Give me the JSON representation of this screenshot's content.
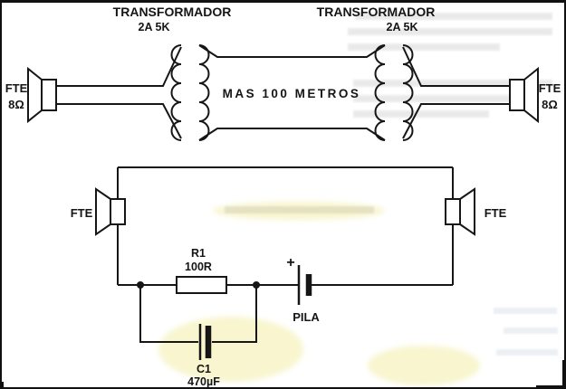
{
  "figure": {
    "colors": {
      "ink": "#161616",
      "paper": "#ffffff",
      "highlight": "#e8dd55"
    }
  },
  "top_circuit": {
    "transformer_left": {
      "name": "TRANSFORMADOR",
      "rating": "2A 5K"
    },
    "transformer_right": {
      "name": "TRANSFORMADOR",
      "rating": "2A 5K"
    },
    "cable_label": "MAS 100 METROS",
    "speaker_left": {
      "label": "FTE",
      "impedance": "8Ω"
    },
    "speaker_right": {
      "label": "FTE",
      "impedance": "8Ω"
    }
  },
  "bottom_circuit": {
    "speaker_left": {
      "label": "FTE"
    },
    "speaker_right": {
      "label": "FTE"
    },
    "resistor": {
      "ref": "R1",
      "value": "100R"
    },
    "battery": {
      "plus": "+",
      "label": "PILA"
    },
    "capacitor": {
      "ref": "C1",
      "value": "470µF"
    }
  }
}
